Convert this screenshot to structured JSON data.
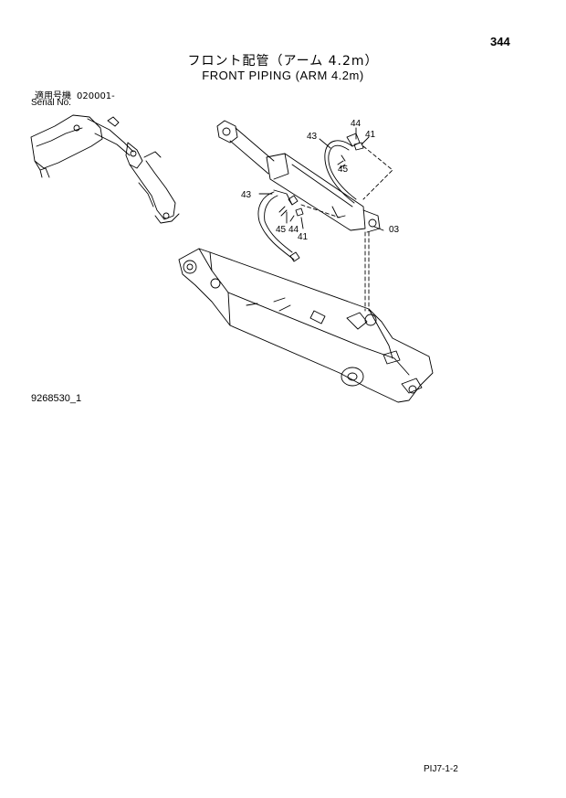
{
  "page": {
    "number": "344",
    "title_jp": "フロント配管（アーム 4.2m）",
    "title_en": "FRONT PIPING (ARM 4.2m)",
    "serial_label_jp": "適用号機",
    "serial_value": "020001-",
    "serial_label_en": "Serial No.",
    "drawing_code": "9268530_1",
    "footer_code": "PIJ7-1-2"
  },
  "callouts": {
    "c44_top": "44",
    "c43_top": "43",
    "c41_top": "41",
    "c45_top": "45",
    "c43_left": "43",
    "c45_left": "45",
    "c44_left": "44",
    "c41_left": "41",
    "c03": "03"
  }
}
